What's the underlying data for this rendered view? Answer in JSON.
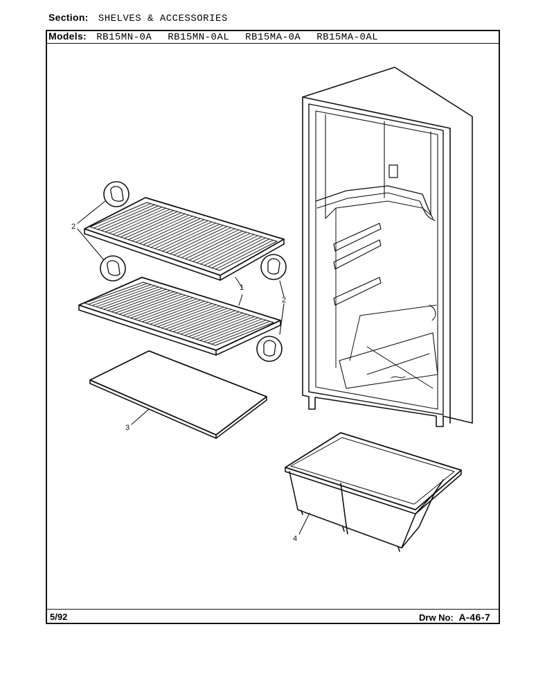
{
  "header": {
    "section_label": "Section:",
    "section_value": "SHELVES & ACCESSORIES",
    "models_label": "Models:",
    "models": [
      "RB15MN-0A",
      "RB15MN-0AL",
      "RB15MA-0A",
      "RB15MA-0AL"
    ]
  },
  "callouts": {
    "shelf_support_upper": "2",
    "shelf_support_right": "2",
    "wire_shelf": "1",
    "crisper_cover": "3",
    "crisper_pan": "4"
  },
  "footer": {
    "date": "5/92",
    "drawing_label": "Drw No:",
    "drawing_number": "A-46-7"
  }
}
